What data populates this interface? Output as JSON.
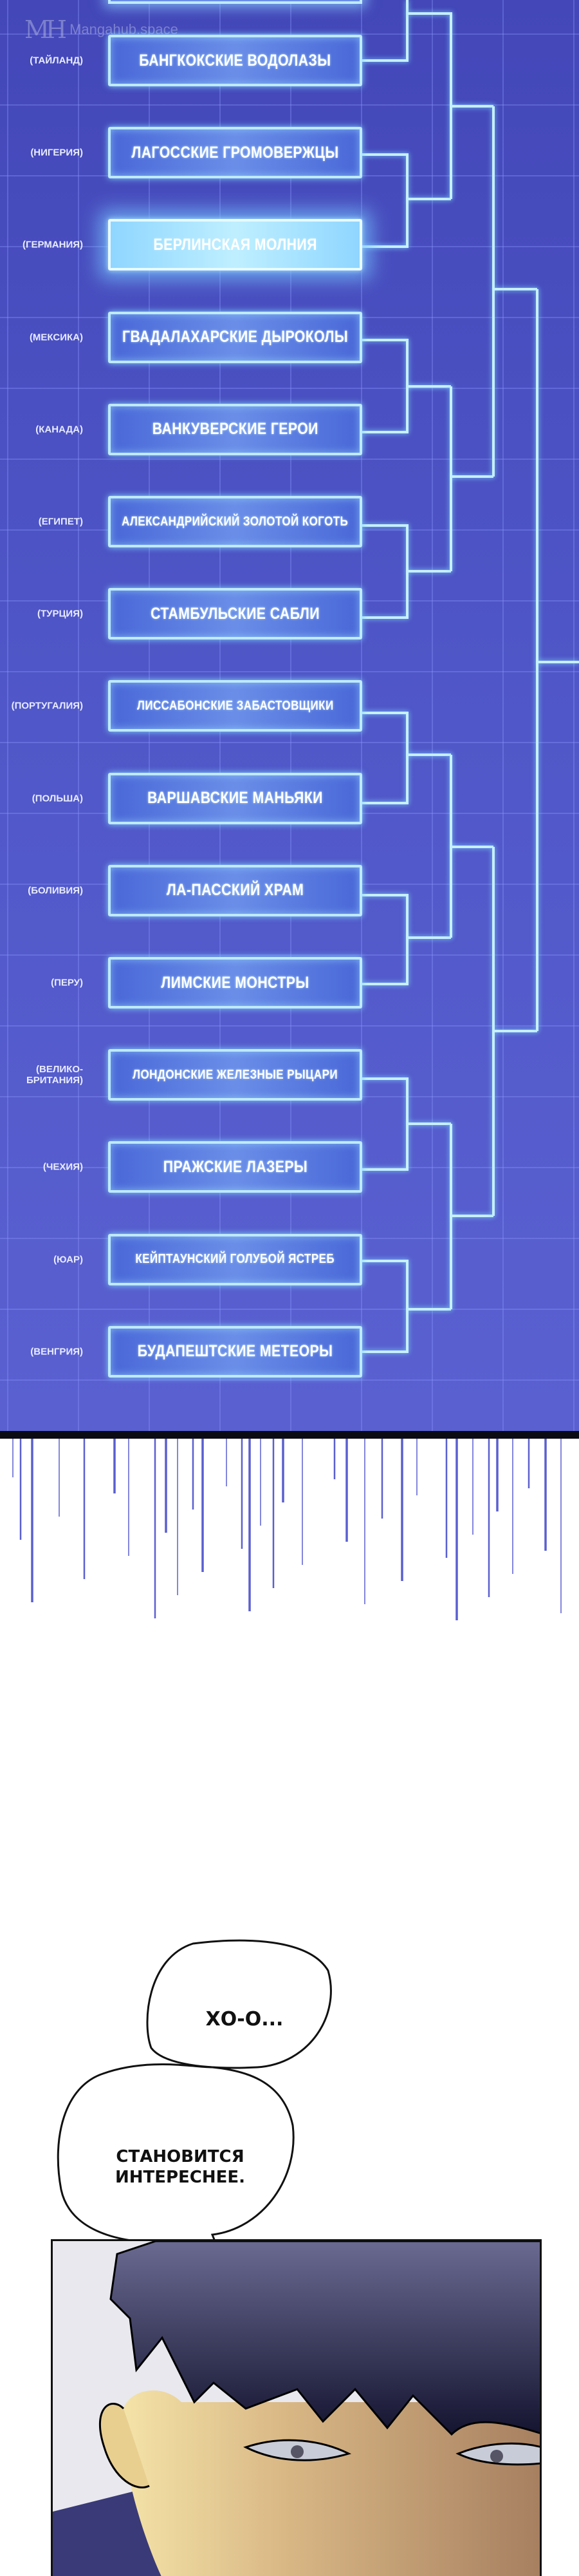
{
  "watermark": {
    "logo": "MH",
    "text": "Mangahub.space"
  },
  "teams": [
    {
      "country": "(ТАЙЛАНД)",
      "name": "БАНГКОКСКИЕ ВОДОЛАЗЫ"
    },
    {
      "country": "(НИГЕРИЯ)",
      "name": "ЛАГОССКИЕ ГРОМОВЕРЖЦЫ"
    },
    {
      "country": "(ГЕРМАНИЯ)",
      "name": "БЕРЛИНСКАЯ МОЛНИЯ"
    },
    {
      "country": "(МЕКСИКА)",
      "name": "ГВАДАЛАХАРСКИЕ ДЫРОКОЛЫ"
    },
    {
      "country": "(КАНАДА)",
      "name": "ВАНКУВЕРСКИЕ ГЕРОИ"
    },
    {
      "country": "(ЕГИПЕТ)",
      "name": "АЛЕКСАНДРИЙСКИЙ ЗОЛОТОЙ КОГОТЬ"
    },
    {
      "country": "(ТУРЦИЯ)",
      "name": "СТАМБУЛЬСКИЕ САБЛИ"
    },
    {
      "country": "(ПОРТУГАЛИЯ)",
      "name": "ЛИССАБОНСКИЕ ЗАБАСТОВЩИКИ"
    },
    {
      "country": "(ПОЛЬША)",
      "name": "ВАРШАВСКИЕ МАНЬЯКИ"
    },
    {
      "country": "(БОЛИВИЯ)",
      "name": "ЛА-ПАССКИЙ ХРАМ"
    },
    {
      "country": "(ПЕРУ)",
      "name": "ЛИМСКИЕ МОНСТРЫ"
    },
    {
      "country": "(ВЕЛИКО-\nБРИТАНИЯ)",
      "name": "ЛОНДОНСКИЕ ЖЕЛЕЗНЫЕ РЫЦАРИ"
    },
    {
      "country": "(ЧЕХИЯ)",
      "name": "ПРАЖСКИЕ ЛАЗЕРЫ"
    },
    {
      "country": "(ЮАР)",
      "name": "КЕЙПТАУНСКИЙ ГОЛУБОЙ ЯСТРЕБ"
    },
    {
      "country": "(ВЕНГРИЯ)",
      "name": "БУДАПЕШТСКИЕ МЕТЕОРЫ"
    }
  ],
  "highlighted_team": "БЕРЛИНСКАЯ МОЛНИЯ",
  "dialogue": {
    "bubble1": "ХО-О...",
    "bubble2": "СТАНОВИТСЯ ИНТЕРЕСНЕЕ."
  },
  "colors": {
    "panel_bg": "#4d52c4",
    "line_glow": "#c6f0ff",
    "box": "#5a7ee0"
  }
}
